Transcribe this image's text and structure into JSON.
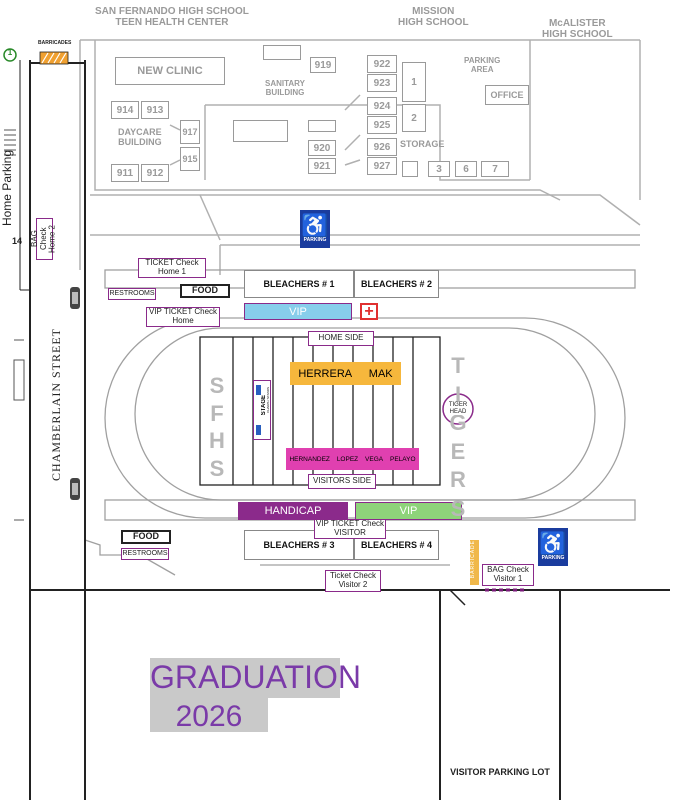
{
  "schools": {
    "sfhs_line1": "SAN FERNANDO HIGH SCHOOL",
    "sfhs_line2": "TEEN HEALTH CENTER",
    "mission_line1": "MISSION",
    "mission_line2": "HIGH SCHOOL",
    "mcalister_line1": "McALISTER",
    "mcalister_line2": "HIGH SCHOOL"
  },
  "buildings": {
    "new_clinic": "NEW CLINIC",
    "b919": "919",
    "b922": "922",
    "b923": "923",
    "b924": "924",
    "b925": "925",
    "b926": "926",
    "b927": "927",
    "b920": "920",
    "b921": "921",
    "b914": "914",
    "b913": "913",
    "b917": "917",
    "b915": "915",
    "b911": "911",
    "b912": "912",
    "s1": "1",
    "s2": "2",
    "s3": "3",
    "s6": "6",
    "s7": "7",
    "office": "OFFICE",
    "sanitary_line1": "SANITARY",
    "sanitary_line2": "BUILDING",
    "daycare_line1": "DAYCARE",
    "daycare_line2": "BUILDING",
    "parking_area_line1": "PARKING",
    "parking_area_line2": "AREA",
    "storage": "STORAGE"
  },
  "streets": {
    "chamberlain": "CHAMBERLAIN STREET",
    "home_parking": "Home Parking"
  },
  "markers": {
    "one": "1",
    "barricades": "BARRICADES",
    "barricade_vertical": "BARRICADE",
    "box_14": "14"
  },
  "checkpoints": {
    "bag_home2_line1": "BAG Check",
    "bag_home2_line2": "Home 2",
    "ticket_home1_line1": "TICKET Check",
    "ticket_home1_line2": "Home 1",
    "vip_ticket_home_line1": "VIP TICKET Check",
    "vip_ticket_home_line2": "Home",
    "vip_ticket_visitor_line1": "VIP TICKET Check",
    "vip_ticket_visitor_line2": "VISITOR",
    "ticket_visitor2_line1": "Ticket Check",
    "ticket_visitor2_line2": "Visitor 2",
    "bag_visitor1_line1": "BAG Check",
    "bag_visitor1_line2": "Visitor 1"
  },
  "facilities": {
    "restrooms_top": "RESTROOMS",
    "food_top": "FOOD",
    "restrooms_bottom": "RESTROOMS",
    "food_bottom": "FOOD",
    "bleachers1": "BLEACHERS # 1",
    "bleachers2": "BLEACHERS # 2",
    "bleachers3": "BLEACHERS # 3",
    "bleachers4": "BLEACHERS # 4",
    "vip_top": "VIP",
    "vip_bottom": "VIP",
    "handicap": "HANDICAP",
    "first_aid": "+"
  },
  "field": {
    "home_side": "HOME SIDE",
    "visitors_side": "VISITORS SIDE",
    "sfhs_letters": "S\nF\nH\nS",
    "tigers_letters": "T\nI\nG\nE\nR\nS",
    "tiger_head_line1": "TIGER",
    "tiger_head_line2": "HEAD",
    "stage": "STAGE",
    "stage_sub": "CHAIRS / STANDS",
    "home_names": [
      "HERRERA",
      "MAK"
    ],
    "visitor_names": [
      "HERNANDEZ",
      "LOPEZ",
      "VEGA",
      "PELAYO"
    ]
  },
  "parking": {
    "icon_caption": "PARKING",
    "icon_glyph": "♿",
    "visitor_lot": "VISITOR PARKING LOT"
  },
  "title": {
    "line1": "GRADUATION",
    "line2": "2026"
  },
  "colors": {
    "vip_top": "#87ceeb",
    "vip_bottom": "#8ed37a",
    "handicap": "#8b2a8b",
    "names_home": "#f6b73c",
    "names_visitor": "#e040b0",
    "parking_icon": "#1a3c9e",
    "checkpoint_border": "#8a2a8a",
    "barricade": "#f0a030",
    "title_text": "#7a3aa8",
    "title_bg": "#c9c9c9",
    "first_aid": "#e03030"
  }
}
